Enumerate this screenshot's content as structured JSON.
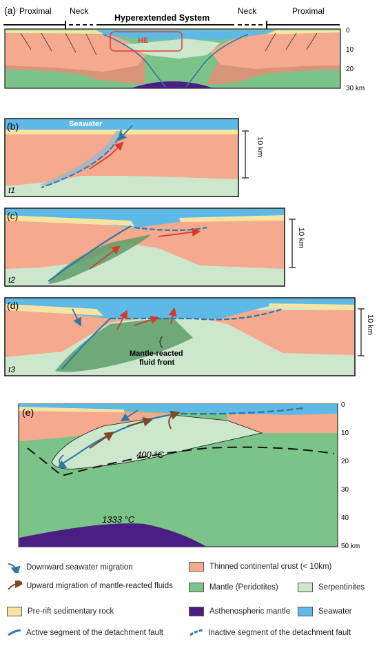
{
  "colors": {
    "crust": "#F5A98E",
    "crust_light": "#FAC6AE",
    "mantle": "#7CC389",
    "mantle_dark": "#4E9E5E",
    "serpentinite": "#CDE7CC",
    "sediment": "#F7E4A2",
    "asthenosphere": "#4A1E82",
    "seawater": "#5FB9E6",
    "fault_blue": "#2E78A6",
    "up_arrow": "#7A4A2A",
    "red_arrow": "#D63A2A",
    "he_box": "#E03A3A"
  },
  "panel_a": {
    "label": "(a)",
    "zones": [
      "Proximal",
      "Neck",
      "Hyperextended System",
      "Neck",
      "Proximal"
    ],
    "he_label": "HE",
    "depth_ticks": [
      "0",
      "10",
      "20",
      "30 km"
    ]
  },
  "panel_b": {
    "label": "(b)",
    "time": "t1",
    "seawater_label": "Seawater",
    "scale": "10 km"
  },
  "panel_c": {
    "label": "(c)",
    "time": "t2",
    "scale": "10 km"
  },
  "panel_d": {
    "label": "(d)",
    "time": "t3",
    "scale": "10 km",
    "annotation_line1": "Mantle-reacted",
    "annotation_line2": "fluid front"
  },
  "panel_e": {
    "label": "(e)",
    "isotherm_400": "400 °C",
    "isotherm_1333": "1333 °C",
    "depth_ticks": [
      "0",
      "10",
      "20",
      "30",
      "40",
      "50 km"
    ]
  },
  "legend": {
    "downward": "Downward seawater migration",
    "upward": "Upward migration of mantle-reacted fluids",
    "thinned_crust": "Thinned continental crust (< 10km)",
    "mantle": "Mantle (Peridotites)",
    "serpentinites": "Serpentinites",
    "prerift": "Pre-rift sedimentary rock",
    "astheno": "Asthenospheric mantle",
    "seawater": "Seawater",
    "active_fault": "Active segment of the detachment fault",
    "inactive_fault": "Inactive segment of the detachment fault"
  }
}
